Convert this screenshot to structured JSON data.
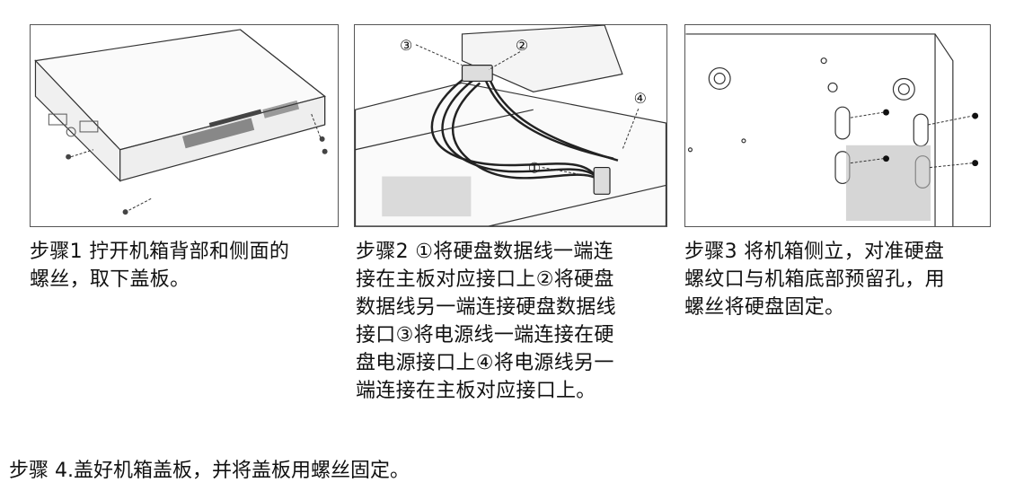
{
  "steps": [
    {
      "text": "步骤1 拧开机箱背部和侧面的\n螺丝，取下盖板。"
    },
    {
      "text": "步骤2 ①将硬盘数据线一端连\n接在主板对应接口上②将硬盘\n数据线另一端连接硬盘数据线\n接口③将电源线一端连接在硬\n盘电源接口上④将电源线另一\n端连接在主板对应接口上。"
    },
    {
      "text": "步骤3 将机箱侧立，对准硬盘\n螺纹口与机箱底部预留孔，用\n螺丝将硬盘固定。"
    }
  ],
  "step4": "步骤 4.盖好机箱盖板，并将盖板用螺丝固定。",
  "callouts": [
    "③",
    "②",
    "④",
    "①"
  ]
}
